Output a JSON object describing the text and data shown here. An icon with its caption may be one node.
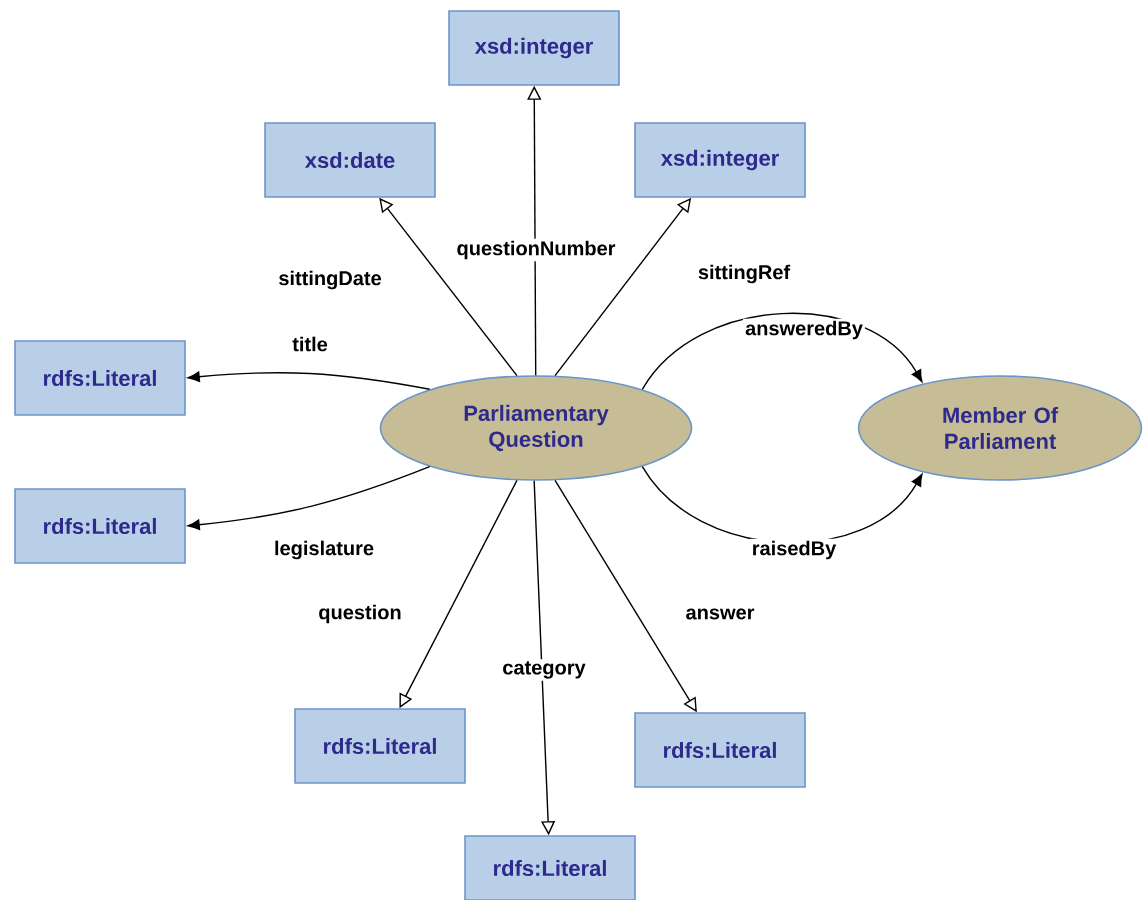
{
  "diagram": {
    "nodes": [
      {
        "text": [
          "Parliamentary Question"
        ]
      },
      {
        "text": [
          "Member Of Parliament"
        ]
      },
      {
        "text": [
          "xsd:integer"
        ]
      },
      {
        "text": [
          "xsd:date"
        ]
      },
      {
        "text": [
          "xsd:integer"
        ]
      },
      {
        "text": [
          "rdfs:Literal"
        ]
      },
      {
        "text": [
          "rdfs:Literal"
        ]
      },
      {
        "text": [
          "rdfs:Literal"
        ]
      },
      {
        "text": [
          "rdfs:Literal"
        ]
      },
      {
        "text": [
          "rdfs:Literal"
        ]
      }
    ],
    "edges": [
      {
        "from": 0,
        "to": 2,
        "arrow": "to",
        "label": "questionNumber"
      },
      {
        "from": 0,
        "to": 3,
        "arrow": "to",
        "label": "sittingDate"
      },
      {
        "from": 0,
        "to": 4,
        "arrow": "to",
        "label": "sittingRef"
      },
      {
        "from": 0,
        "to": 5,
        "arrow": "to",
        "label": "title"
      },
      {
        "from": 0,
        "to": 1,
        "arrow": "to",
        "label": "answeredBy"
      },
      {
        "from": 0,
        "to": 6,
        "arrow": "to",
        "label": "legislature"
      },
      {
        "from": 0,
        "to": 1,
        "arrow": "to",
        "label": "raisedBy"
      },
      {
        "from": 0,
        "to": 7,
        "arrow": "to",
        "label": "question"
      },
      {
        "from": 0,
        "to": 8,
        "arrow": "to",
        "label": "category"
      },
      {
        "from": 0,
        "to": 9,
        "arrow": "to",
        "label": "answer"
      }
    ]
  }
}
